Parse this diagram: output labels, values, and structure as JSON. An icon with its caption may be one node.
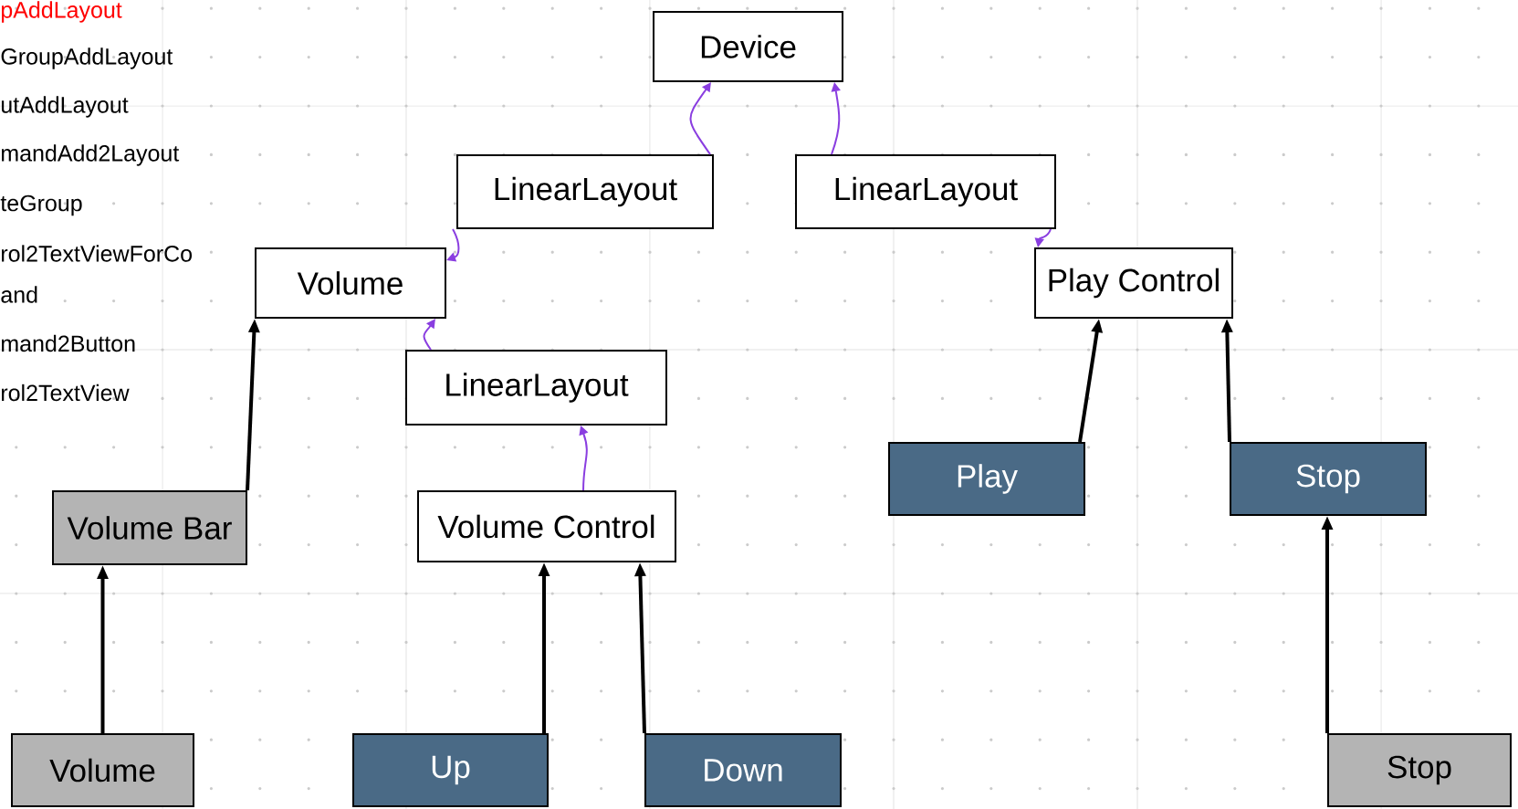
{
  "diagram": {
    "nodes": [
      {
        "text": [
          "Device"
        ]
      },
      {
        "text": [
          "LinearLayout"
        ]
      },
      {
        "text": [
          "LinearLayout"
        ]
      },
      {
        "text": [
          "Volume"
        ]
      },
      {
        "text": [
          "Play Control"
        ]
      },
      {
        "text": [
          "LinearLayout"
        ]
      },
      {
        "text": [
          "Play"
        ]
      },
      {
        "text": [
          "Stop"
        ]
      },
      {
        "text": [
          "Volume Bar"
        ]
      },
      {
        "text": [
          "Volume Control"
        ]
      },
      {
        "text": [
          "Volume"
        ]
      },
      {
        "text": [
          "Up"
        ]
      },
      {
        "text": [
          "Down"
        ]
      },
      {
        "text": [
          "Stop"
        ]
      }
    ],
    "edges": [
      {
        "from": 1,
        "to": 0,
        "arrow": "to",
        "color": "#8a3ee0"
      },
      {
        "from": 2,
        "to": 0,
        "arrow": "to",
        "color": "#8a3ee0"
      },
      {
        "from": 1,
        "to": 3,
        "arrow": "to",
        "color": "#8a3ee0"
      },
      {
        "from": 5,
        "to": 3,
        "arrow": "to",
        "color": "#8a3ee0"
      },
      {
        "from": 9,
        "to": 5,
        "arrow": "to",
        "color": "#8a3ee0"
      },
      {
        "from": 2,
        "to": 4,
        "arrow": "to",
        "color": "#8a3ee0"
      },
      {
        "from": 8,
        "to": 3,
        "arrow": "to"
      },
      {
        "from": 10,
        "to": 8,
        "arrow": "to"
      },
      {
        "from": 11,
        "to": 9,
        "arrow": "to"
      },
      {
        "from": 12,
        "to": 9,
        "arrow": "to"
      },
      {
        "from": 6,
        "to": 4,
        "arrow": "to"
      },
      {
        "from": 7,
        "to": 4,
        "arrow": "to"
      },
      {
        "from": 13,
        "to": 7,
        "arrow": "to"
      }
    ],
    "labels": [
      "pAddLayout",
      "GroupAddLayout",
      "utAddLayout",
      "mandAdd2Layout",
      "teGroup",
      "rol2TextViewForCo and",
      "mand2Button",
      "rol2TextView"
    ]
  }
}
